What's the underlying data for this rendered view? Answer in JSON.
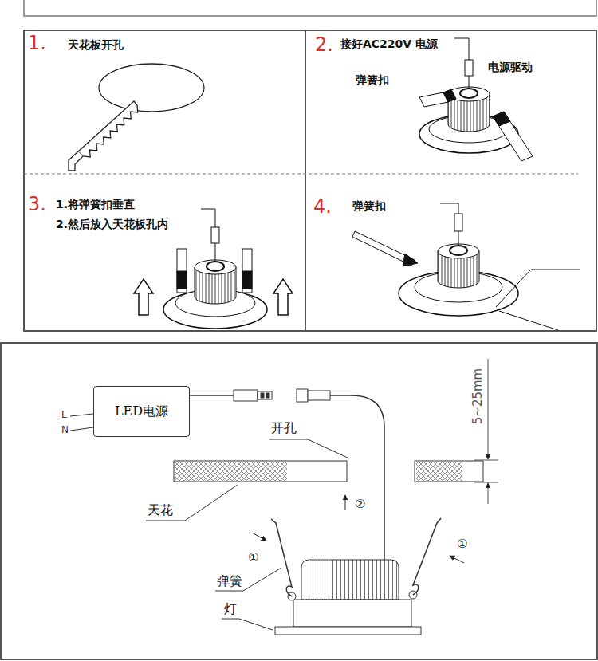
{
  "diagram": {
    "nodes": [
      {
        "text": [
          "1.",
          "天花板开孔"
        ]
      },
      {
        "text": [
          "2.",
          "接好AC220V 电源"
        ]
      },
      {
        "text": [
          "3.",
          "1.将弹簧扣垂直",
          "2.然后放入天花板孔内"
        ]
      },
      {
        "text": [
          "4."
        ]
      },
      {
        "text": [
          "LED电源"
        ]
      }
    ],
    "labels": [
      "弹簧扣",
      "电源驱动",
      "弹簧扣",
      "L",
      "N",
      "5~25mm",
      "开孔",
      "天花",
      "②",
      "①",
      "①",
      "弹簧",
      "灯"
    ]
  }
}
